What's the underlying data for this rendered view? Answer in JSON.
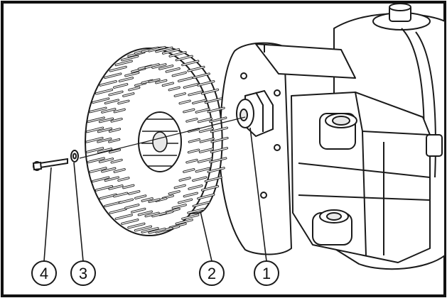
{
  "figure": {
    "colors": {
      "frame": "#111111",
      "line": "#1a1a1a",
      "fill": "#ffffff",
      "shade": "#e8e8e8"
    },
    "callouts": [
      {
        "id": "4",
        "label": "4"
      },
      {
        "id": "3",
        "label": "3"
      },
      {
        "id": "2",
        "label": "2"
      },
      {
        "id": "1",
        "label": "1"
      }
    ]
  }
}
